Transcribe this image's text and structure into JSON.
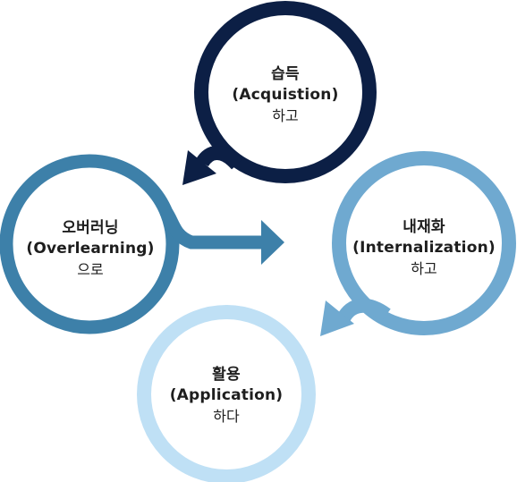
{
  "colors": {
    "acquisition": "#0c1f45",
    "internalization": "#6fa9d0",
    "application": "#bfe0f5",
    "overlearning": "#3d80a9",
    "text": "#1e1e1e"
  },
  "nodes": {
    "acquisition": {
      "title": "습득",
      "english": "(Acquistion)",
      "suffix": "하고"
    },
    "internalization": {
      "title": "내재화",
      "english": "(Internalization)",
      "suffix": "하고"
    },
    "application": {
      "title": "활용",
      "english": "(Application)",
      "suffix": "하다"
    },
    "overlearning": {
      "title": "오버러닝",
      "english": "(Overlearning)",
      "suffix": "으로"
    }
  }
}
